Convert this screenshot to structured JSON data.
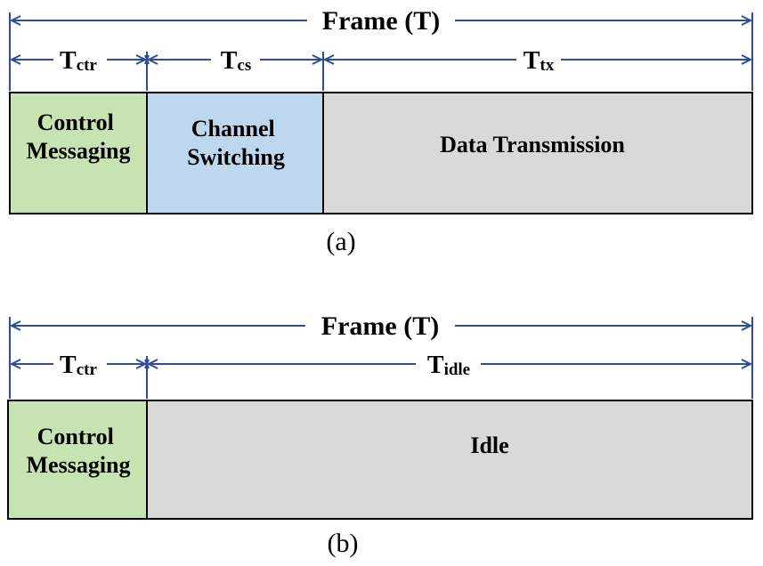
{
  "colors": {
    "arrow": "#2e4d96",
    "control": "#c8e3b2",
    "switching": "#bdd7ee",
    "data": "#d9d9d9",
    "border": "#000000"
  },
  "diagram_a": {
    "frame_label": "Frame (T)",
    "dims": [
      {
        "main": "T",
        "sub": "ctr"
      },
      {
        "main": "T",
        "sub": "cs"
      },
      {
        "main": "T",
        "sub": "tx"
      }
    ],
    "blocks": [
      {
        "line1": "Control",
        "line2": "Messaging"
      },
      {
        "line1": "Channel",
        "line2": "Switching"
      },
      {
        "line1": "Data Transmission"
      }
    ],
    "caption": "(a)"
  },
  "diagram_b": {
    "frame_label": "Frame (T)",
    "dims": [
      {
        "main": "T",
        "sub": "ctr"
      },
      {
        "main": "T",
        "sub": "idle"
      }
    ],
    "blocks": [
      {
        "line1": "Control",
        "line2": "Messaging"
      },
      {
        "line1": "Idle"
      }
    ],
    "caption": "(b)"
  }
}
